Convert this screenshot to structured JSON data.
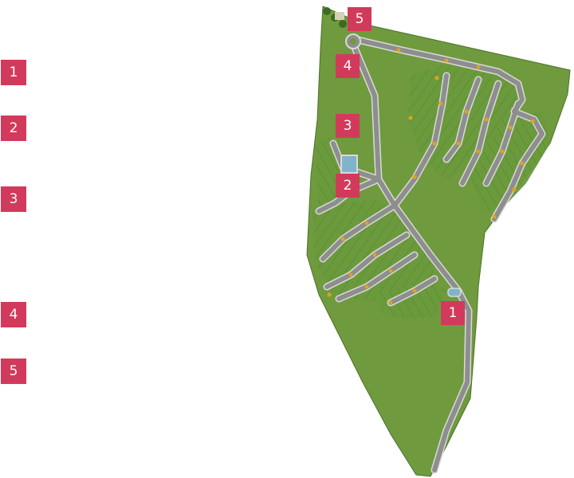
{
  "legend": {
    "items": [
      {
        "number": "1",
        "label": ""
      },
      {
        "number": "2",
        "label": ""
      },
      {
        "number": "3",
        "label": ""
      },
      {
        "number": "4",
        "label": ""
      },
      {
        "number": "5",
        "label": ""
      }
    ]
  },
  "map": {
    "markers": [
      "1",
      "2",
      "3",
      "4",
      "5"
    ],
    "colors": {
      "badge": "#d23a5b",
      "grass": "#6f9a3e",
      "grass_dark": "#5d8a33",
      "road": "#8e8e8e",
      "road_edge": "#d9d9d9",
      "lamp": "#e2a21a"
    }
  }
}
